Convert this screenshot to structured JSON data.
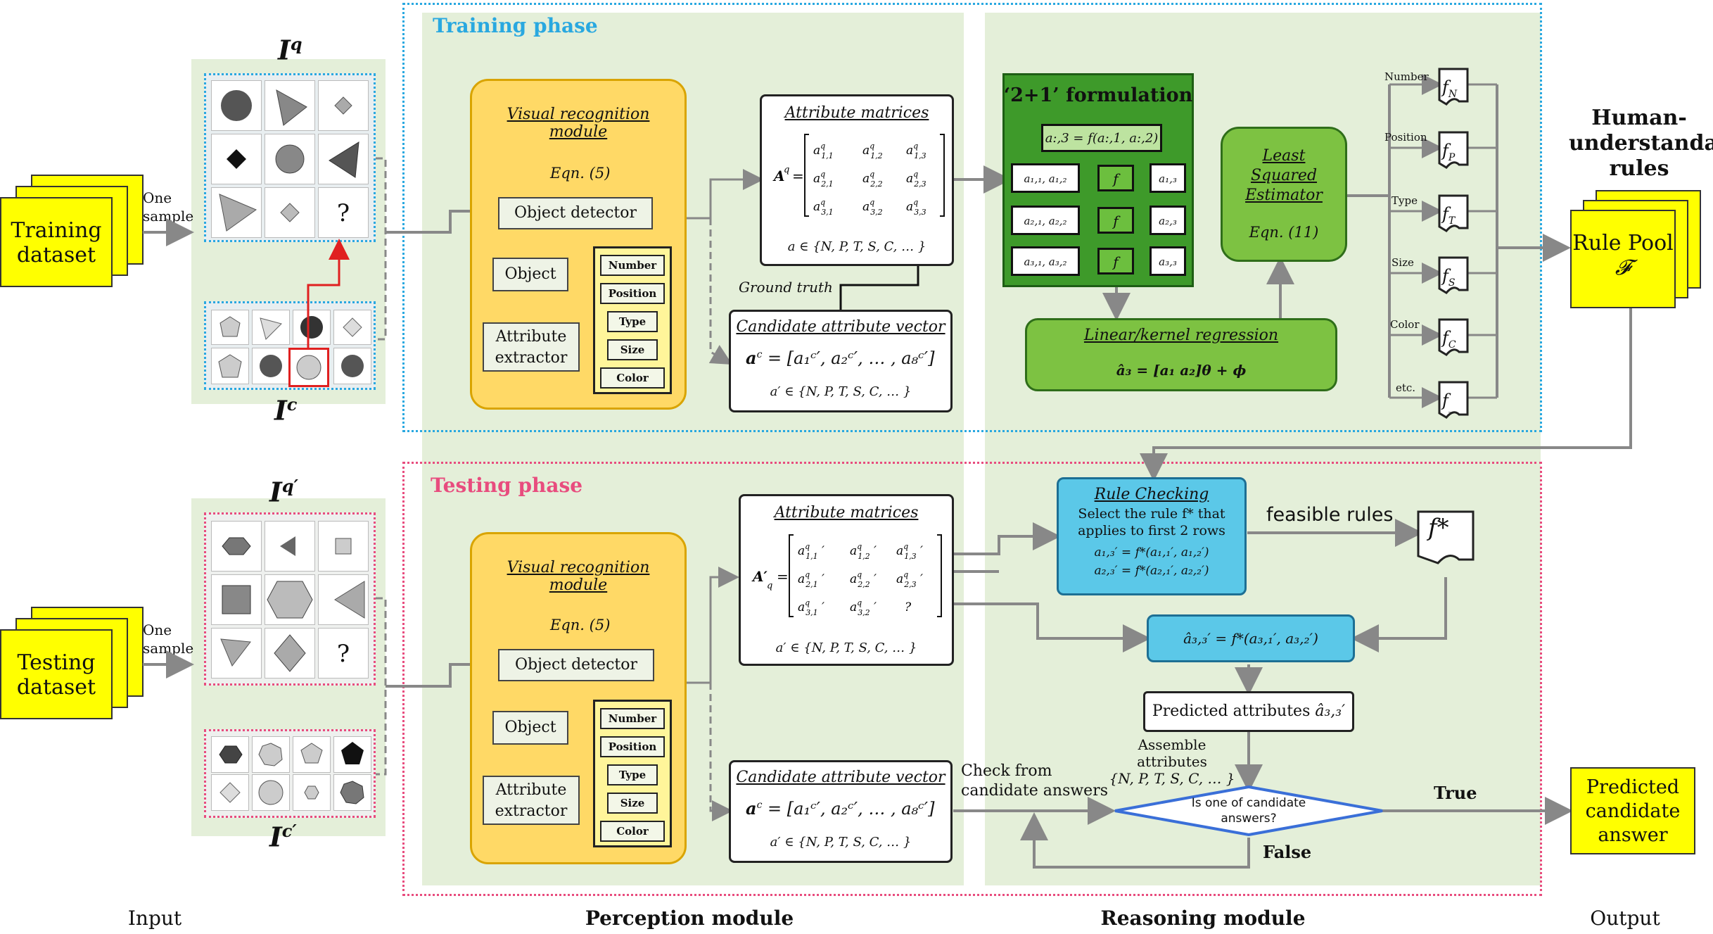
{
  "input": {
    "training_dataset": [
      "Training",
      "dataset"
    ],
    "testing_dataset": [
      "Testing",
      "dataset"
    ],
    "one_sample": [
      "One",
      "sample"
    ],
    "iq": "I",
    "iq_sup": "q",
    "ic": "I",
    "ic_sup": "c",
    "iq_prime_sup": "q′",
    "ic_prime_sup": "c′",
    "question_mark": "?"
  },
  "training": {
    "title": "Training phase",
    "visual_module": [
      "Visual recognition",
      "module"
    ],
    "eqn5": "Eqn. (5)",
    "object_detector": "Object detector",
    "object": "Object",
    "attribute_extractor": [
      "Attribute",
      "extractor"
    ],
    "attributes": [
      "Number",
      "Position",
      "Type",
      "Size",
      "Color"
    ],
    "attribute_matrices": "Attribute matrices",
    "matrix_label": "A",
    "matrix_label_sup": "q",
    "a_in": "a ∈ {N, P, T, S, C, … }",
    "ground_truth": "Ground truth",
    "candidate_vector": "Candidate attribute vector",
    "candidate_eq": "= [a₁ᶜ′, a₂ᶜ′, … , a₈ᶜ′]",
    "a_prime_in": "a′ ∈ {N, P, T, S, C, … }",
    "formulation": "‘2+1’ formulation",
    "formulation_eq": "a:,3 = f(a:,1, a:,2)",
    "f": "f",
    "lse": [
      "Least",
      "Squared",
      "Estimator"
    ],
    "eqn11": "Eqn. (11)",
    "regression": "Linear/kernel regression",
    "regression_eq": "â₃ = [a₁ a₂]θ + ϕ",
    "rule_labels": [
      "Number",
      "Position",
      "Type",
      "Size",
      "Color",
      "etc."
    ],
    "rule_fns": [
      "N",
      "P",
      "T",
      "S",
      "C",
      "_"
    ],
    "human_rules": [
      "Human-",
      "understandable",
      "rules"
    ],
    "rule_pool": "Rule Pool",
    "rule_pool_sym": "𝓕"
  },
  "testing": {
    "title": "Testing phase",
    "visual_module": [
      "Visual recognition",
      "module"
    ],
    "eqn5": "Eqn. (5)",
    "object_detector": "Object detector",
    "object": "Object",
    "attribute_extractor": [
      "Attribute",
      "extractor"
    ],
    "attributes": [
      "Number",
      "Position",
      "Type",
      "Size",
      "Color"
    ],
    "attribute_matrices": "Attribute matrices",
    "a_prime_in": "a′ ∈ {N, P, T, S, C, … }",
    "candidate_vector": "Candidate attribute vector",
    "rule_checking": "Rule Checking",
    "rule_checking_text": [
      "Select the rule f* that",
      "applies to first 2 rows"
    ],
    "feasible_rules": "feasible rules",
    "f_star": "f*",
    "predicted_attrs": "Predicted attributes",
    "assemble": "Assemble attributes",
    "assemble_set": "{N, P, T, S, C, … }",
    "check_from": [
      "Check from",
      "candidate answers"
    ],
    "decision": [
      "Is one of candidate",
      "answers?"
    ],
    "true": "True",
    "false": "False",
    "predicted_answer": [
      "Predicted",
      "candidate",
      "answer"
    ]
  },
  "bottom_labels": {
    "input": "Input",
    "perception": "Perception module",
    "reasoning": "Reasoning module",
    "output": "Output"
  },
  "colors": {
    "panel_green": "#e4efd9",
    "blue_dash": "#29a8e0",
    "pink_dash": "#e84c7e",
    "yellow": "#ffff00",
    "module_yellow": "#ffd966",
    "green_box": "#7dc242",
    "dark_green": "#2f8a1e",
    "cyan_box": "#5bc8e8",
    "arrow_gray": "#888888"
  }
}
